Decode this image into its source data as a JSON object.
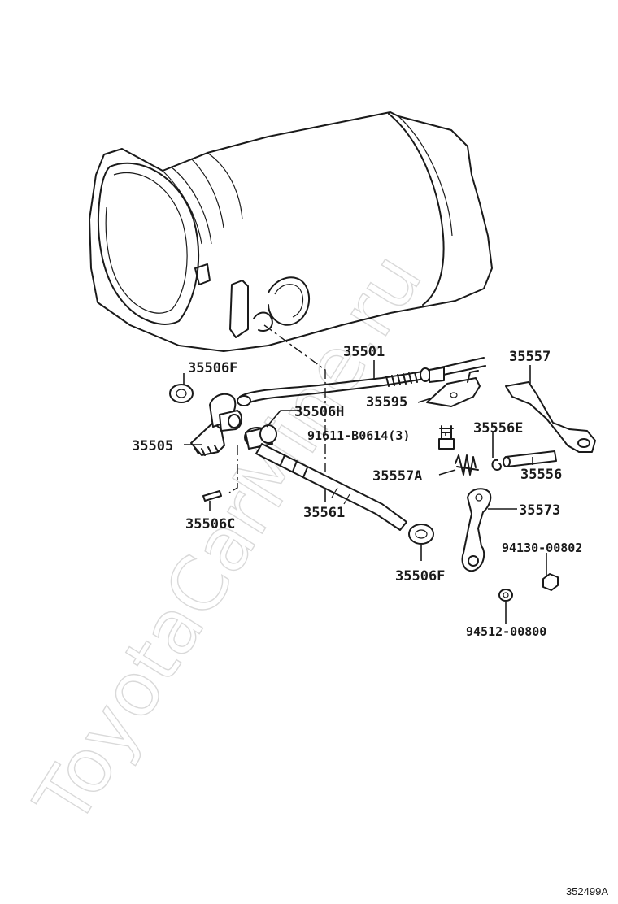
{
  "watermark": "ToyotaCarMine.ru",
  "reference": "352499A",
  "parts": {
    "p35501": "35501",
    "p35557": "35557",
    "p35506F_top": "35506F",
    "p35595": "35595",
    "p35506H": "35506H",
    "p91611": "91611-B0614(3)",
    "p35556E": "35556E",
    "p35505": "35505",
    "p35557A": "35557A",
    "p35556": "35556",
    "p35506C": "35506C",
    "p35561": "35561",
    "p35573": "35573",
    "p94130": "94130-00802",
    "p35506F_bottom": "35506F",
    "p94512": "94512-00800"
  }
}
